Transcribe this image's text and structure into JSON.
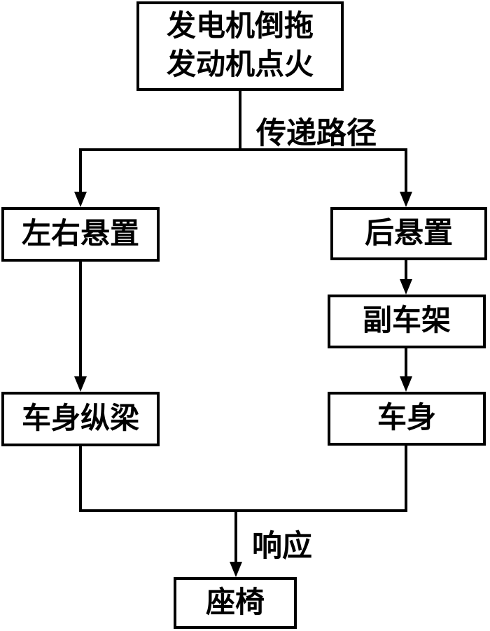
{
  "diagram": {
    "type": "flowchart",
    "background_color": "#ffffff",
    "line_color": "#000000",
    "text_color": "#000000",
    "box_fill_color": "#ffffff",
    "nodes": {
      "source": "发电机倒拖\n发动机点火",
      "left_right_mount": "左右悬置",
      "rear_mount": "后悬置",
      "subframe": "副车架",
      "body": "车身",
      "body_rail": "车身纵梁",
      "seat": "座椅"
    },
    "edge_labels": {
      "transfer_path": "传递路径",
      "response": "响应"
    },
    "edges": [
      {
        "from": "source",
        "to": "left_right_mount",
        "label": "传递路径"
      },
      {
        "from": "source",
        "to": "rear_mount",
        "label": "传递路径"
      },
      {
        "from": "left_right_mount",
        "to": "body_rail"
      },
      {
        "from": "rear_mount",
        "to": "subframe"
      },
      {
        "from": "subframe",
        "to": "body"
      },
      {
        "from": "body_rail",
        "to": "seat",
        "label": "响应"
      },
      {
        "from": "body",
        "to": "seat",
        "label": "响应"
      }
    ]
  }
}
